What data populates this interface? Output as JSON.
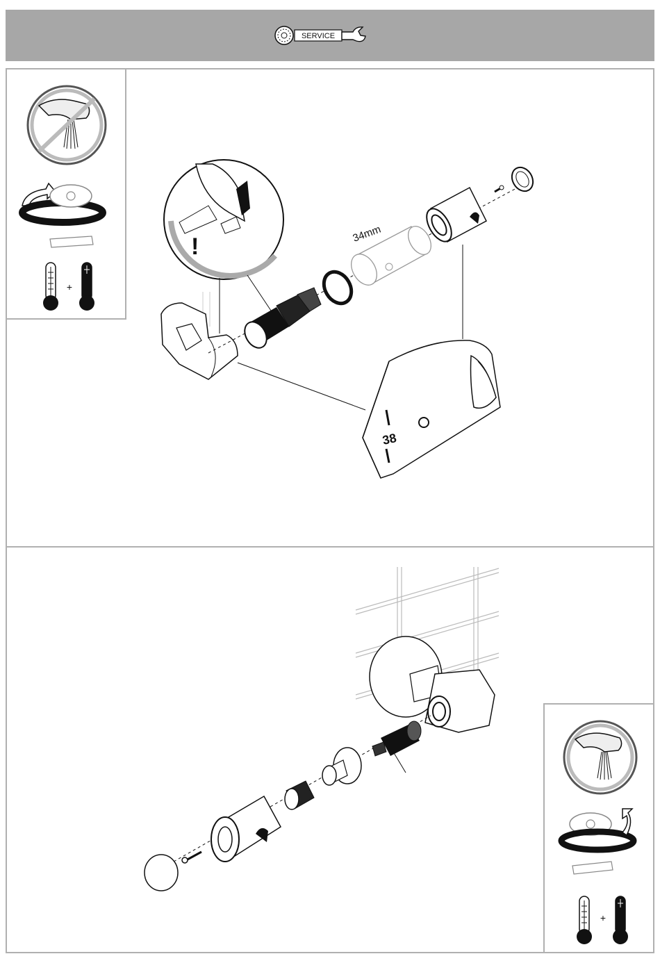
{
  "header": {
    "service_label": "SERVICE",
    "background_color": "#a7a7a7"
  },
  "top_panel": {
    "wrench_size_label": "34mm",
    "temperature_display": "38",
    "warning_symbol": "!",
    "plus_sign": "+"
  },
  "bottom_panel": {
    "plus_sign": "+"
  },
  "icons": [
    "no-water-flow-icon",
    "rotate-clockwise-icon",
    "rotate-counterclockwise-icon",
    "thermometer-cold-icon",
    "thermometer-hot-icon",
    "wrench-icon",
    "gear-icon"
  ],
  "colors": {
    "line": "#111111",
    "panel_border": "#b0b0b0",
    "shade": "#d9d9d9"
  }
}
